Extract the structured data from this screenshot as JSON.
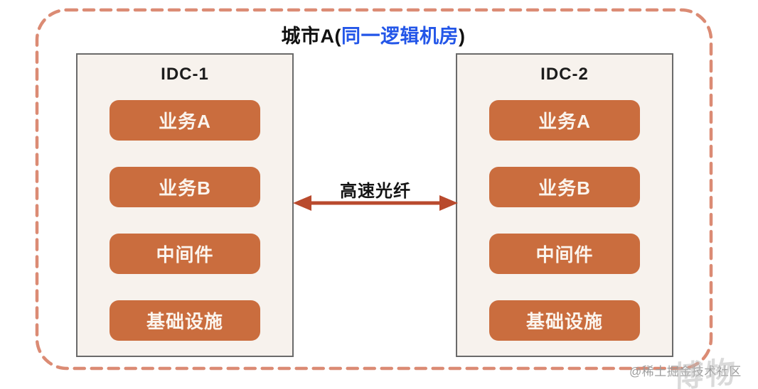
{
  "title": {
    "prefix": "城市A(",
    "highlight": "同一逻辑机房",
    "suffix": ")"
  },
  "idc1": {
    "name": "IDC-1",
    "components": [
      "业务A",
      "业务B",
      "中间件",
      "基础设施"
    ]
  },
  "idc2": {
    "name": "IDC-2",
    "components": [
      "业务A",
      "业务B",
      "中间件",
      "基础设施"
    ]
  },
  "link": {
    "label": "高速光纤"
  },
  "watermark": {
    "credit": "@稀土掘金技术社区",
    "logo": "博物"
  },
  "colors": {
    "boundary_dash": "#db8b74",
    "idc_fill": "#f7f2ed",
    "idc_border": "#6a6a6a",
    "component_fill": "#ca6d3e",
    "component_text": "#fbf5ee",
    "arrow": "#b94a2d",
    "title_highlight": "#2356e8",
    "credit_text": "#9c9c9c"
  }
}
